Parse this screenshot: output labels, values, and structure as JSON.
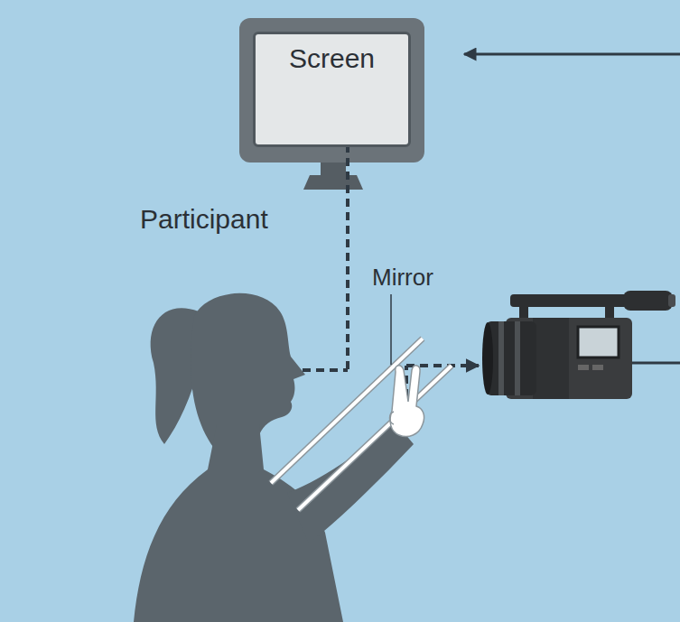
{
  "diagram": {
    "nodes": [
      {
        "text": [
          "Screen"
        ]
      }
    ],
    "labels": [
      "Participant",
      "Mirror"
    ]
  }
}
